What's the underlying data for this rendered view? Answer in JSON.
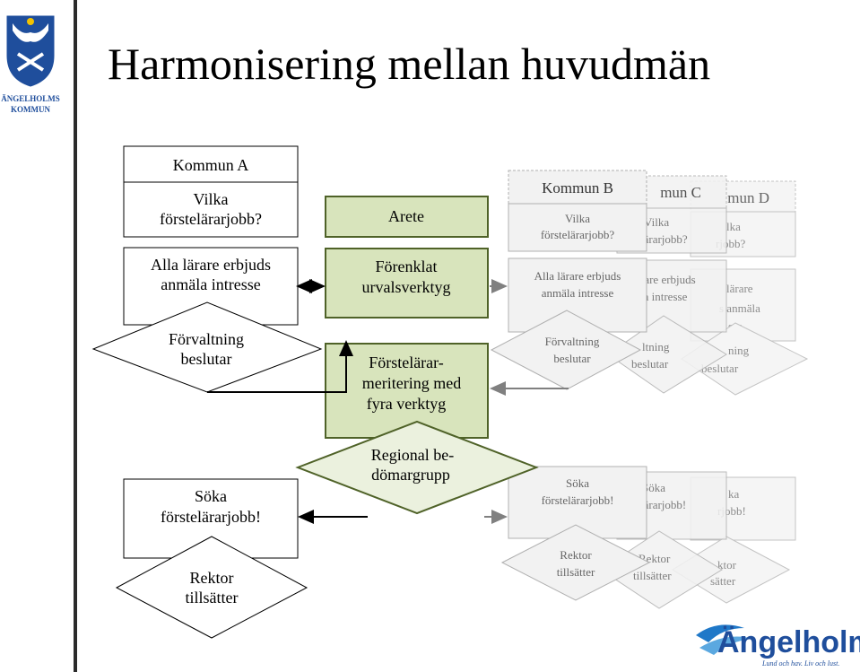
{
  "slide": {
    "title": "Harmonisering mellan huvudmän",
    "logo_left_text": [
      "ÄNGELHOLMS",
      "KOMMUN"
    ],
    "logo_right_text": "Ängelholm",
    "logo_right_tagline": "Lund och hav. Liv och lust."
  },
  "colors": {
    "green_fill": "#d8e4bc",
    "green_light": "#ebf1de",
    "green_stroke": "#4f6228",
    "faded_fill": "#f2f2f2",
    "faded_stroke": "#b0b0b0",
    "arrow_dark": "#000000",
    "arrow_gray": "#808080",
    "logo_blue": "#1f4e9c",
    "sidebar": "#2b2b2b"
  },
  "kommun_a": {
    "header": "Kommun A",
    "question": [
      "Vilka",
      "förstelärarjobb?"
    ],
    "invite": [
      "Alla lärare erbjuds",
      "anmäla intresse"
    ],
    "decision": [
      "Förvaltning",
      "beslutar"
    ],
    "apply": [
      "Söka",
      "förstelärarjobb!"
    ],
    "appoint": [
      "Rektor",
      "tillsätter"
    ]
  },
  "center": {
    "arete": "Arete",
    "tool": [
      "Förenklat",
      "urvalsverktyg"
    ],
    "merit": [
      "Förstelärar-",
      "meritering med",
      "fyra verktyg"
    ],
    "regional": [
      "Regional be-",
      "dömargrupp"
    ]
  },
  "kommun_b": {
    "header": "Kommun B",
    "question": [
      "Vilka",
      "förstelärarjobb?"
    ],
    "invite": [
      "Alla lärare erbjuds",
      "anmäla intresse"
    ],
    "decision": [
      "Förvaltning",
      "beslutar"
    ],
    "apply": [
      "Söka",
      "förstelärarjobb!"
    ],
    "appoint": [
      "Rektor",
      "tillsätter"
    ]
  },
  "kommun_c": {
    "header": "mun C",
    "question": [
      "Vilka",
      "lärarjobb?"
    ],
    "invite": [
      "rare erbjuds",
      "la intresse"
    ],
    "decision": [
      "ltning",
      "beslutar"
    ],
    "apply": [
      "Söka",
      "lärarjobb!"
    ],
    "appoint": [
      "Rektor",
      "tillsätter"
    ]
  },
  "kommun_d": {
    "header": "mun D",
    "question": [
      "lka",
      "rjobb?"
    ],
    "invite": [
      "lärare",
      "s anmäla",
      "sse"
    ],
    "decision": [
      "ning",
      "beslutar"
    ],
    "apply": [
      "ka",
      "rjobb!"
    ],
    "appoint": [
      "ktor",
      "sätter"
    ]
  }
}
